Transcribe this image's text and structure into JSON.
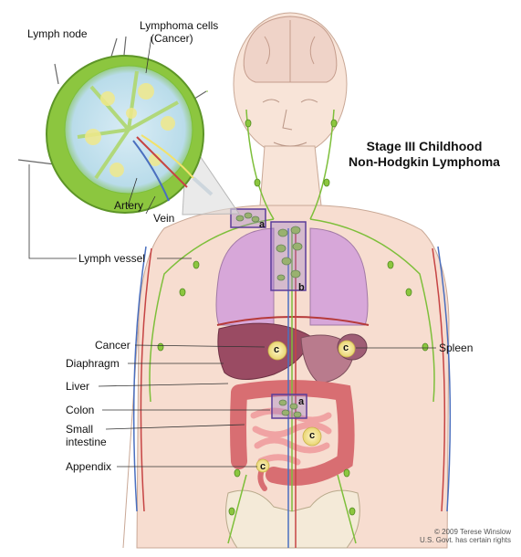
{
  "title": {
    "line1": "Stage III Childhood",
    "line2": "Non-Hodgkin Lymphoma"
  },
  "inset_labels": {
    "lymph_node": "Lymph node",
    "lymphoma_cells_1": "Lymphoma cells",
    "lymphoma_cells_2": "(Cancer)",
    "artery": "Artery",
    "vein": "Vein"
  },
  "left_labels": {
    "lymph_vessel": "Lymph vessel",
    "cancer": "Cancer",
    "diaphragm": "Diaphragm",
    "liver": "Liver",
    "colon": "Colon",
    "small_intestine_1": "Small",
    "small_intestine_2": "intestine",
    "appendix": "Appendix"
  },
  "right_labels": {
    "spleen": "Spleen"
  },
  "region_tags": {
    "a_neck": "a",
    "b_chest": "b",
    "a_abdomen": "a",
    "c_liver": "c",
    "c_spleen": "c",
    "c_intestine": "c",
    "c_appendix": "c"
  },
  "credit": {
    "line1": "© 2009 Terese Winslow",
    "line2": "U.S. Govt. has certain rights"
  },
  "colors": {
    "box_outline": "#5b3d99",
    "cancer_green": "#7dbf3a",
    "tumor_yellow": "#f3e9a6",
    "lung": "#d8a8d8",
    "liver": "#9a4b63",
    "intestine": "#e98b8f",
    "skin": "#f7ddd0",
    "lymph_node": "#8cc63f"
  }
}
